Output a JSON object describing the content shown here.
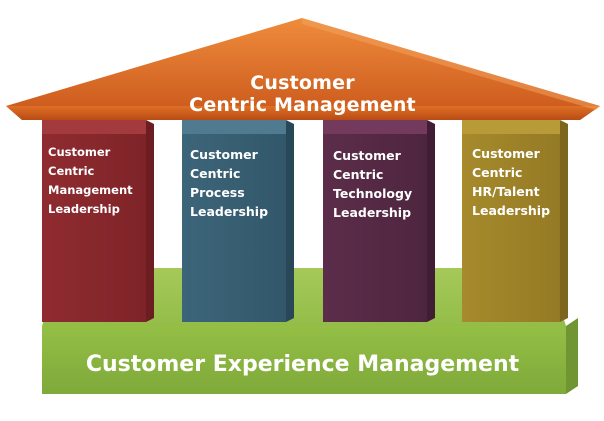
{
  "roof": {
    "label": "Customer\nCentric Management",
    "color": "#d6621f"
  },
  "pillars": [
    {
      "label": "Customer\nCentric\nManagement\nLeadership",
      "color": "#8e2a2f"
    },
    {
      "label": "Customer\nCentric\nProcess\nLeadership",
      "color": "#3b6378"
    },
    {
      "label": "Customer\nCentric\nTechnology\nLeadership",
      "color": "#5a2c48"
    },
    {
      "label": "Customer\nCentric\nHR/Talent\nLeadership",
      "color": "#a2862a"
    }
  ],
  "base": {
    "label": "Customer Experience Management",
    "color": "#8cb843"
  }
}
